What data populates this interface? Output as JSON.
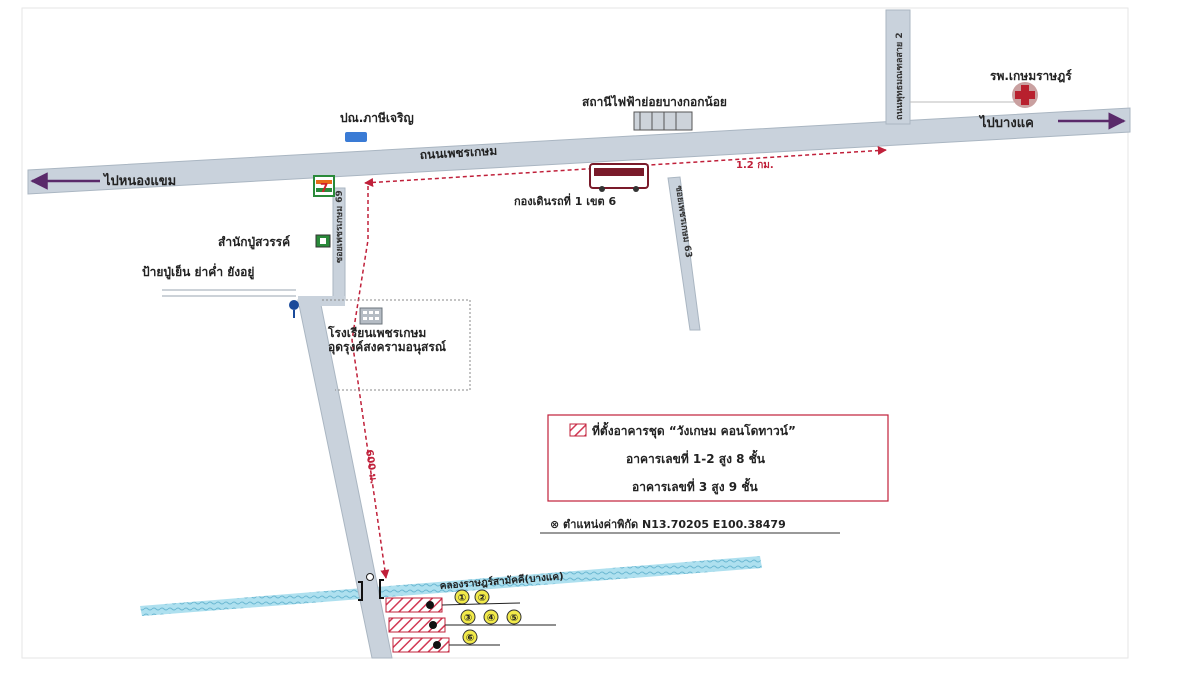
{
  "colors": {
    "road": "#c9d2dc",
    "road_edge": "#aab6c2",
    "arrow": "#5a2a6a",
    "route": "#c0203a",
    "canal": "#aee0ef",
    "hatch": "#d23a55",
    "marker": "#f2ea4a"
  },
  "roads": {
    "main": "ถนนเพชรเกษม",
    "soi_left": "ซอยเพชรเกษม 69",
    "soi_right": "ซอยเพชรเกษม 63",
    "vertical_right": "ถนนพุทธมณฑลสาย 2"
  },
  "directions": {
    "left": "ไปหนองแขม",
    "right": "ไปบางแค"
  },
  "places": {
    "gas_station": "ปณ.ภาษีเจริญ",
    "substation": "สถานีไฟฟ้าย่อยบางกอกน้อย",
    "bus_depot": "กองเดินรถที่ 1 เขต 6",
    "hospital": "รพ.เกษมราษฎร์",
    "office": "สำนักปู่สวรรค์",
    "shrine": "ป้ายปู่เย็น ย่าค่ำ ยังอยู่",
    "school_line1": "โรงเรียนเพชรเกษม",
    "school_line2": "อุดรุงค์สงครามอนุสรณ์",
    "canal": "คลองราษฎร์สามัคคี(บางแค)"
  },
  "distances": {
    "east": "1.2 กม.",
    "south": "600 ม."
  },
  "legend": {
    "title": "ที่ตั้งอาคารชุด “วังเกษม คอนโดทาวน์”",
    "line2": "อาคารเลขที่ 1-2 สูง 8 ชั้น",
    "line3": "อาคารเลขที่ 3 สูง 9 ชั้น"
  },
  "coordinates": "⊗ ตำแหน่งค่าพิกัด N13.70205 E100.38479",
  "store_icon": "7-eleven-icon",
  "buildings": [
    {
      "numbers": [
        "①",
        "②"
      ]
    },
    {
      "numbers": [
        "③",
        "④",
        "⑤"
      ]
    },
    {
      "numbers": [
        "⑥"
      ]
    }
  ]
}
